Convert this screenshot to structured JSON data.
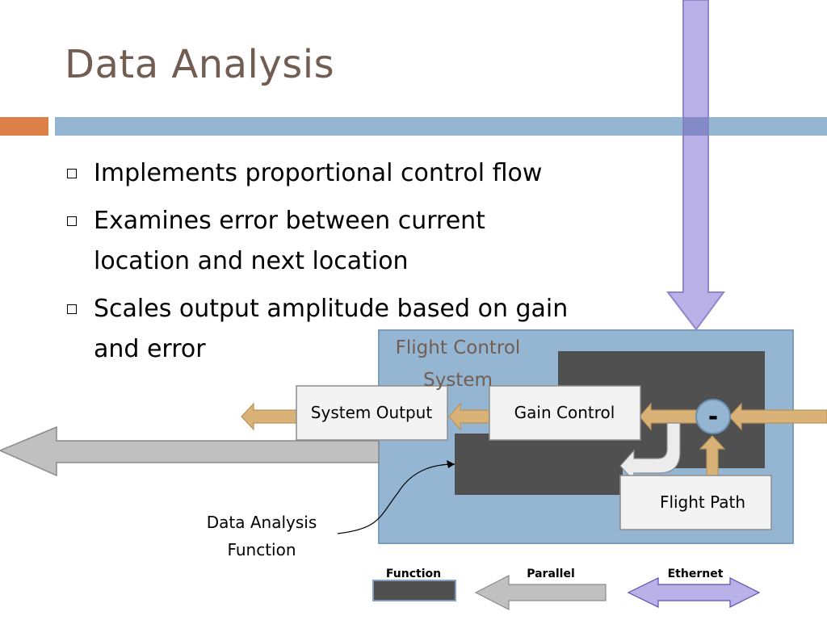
{
  "slide": {
    "title": "Data Analysis",
    "bullets": [
      "Implements proportional control flow",
      "Examines error between current location and next location",
      "Scales output amplitude based on gain and error"
    ]
  },
  "diagram": {
    "system_title_line1": "Flight Control",
    "system_title_line2": "System",
    "system_output_label": "System Output",
    "gain_control_label": "Gain Control",
    "flight_path_label": "Flight Path",
    "subtract_symbol": "-",
    "callout_line1": "Data Analysis",
    "callout_line2": "Function"
  },
  "legend": {
    "function_label": "Function",
    "parallel_label": "Parallel",
    "ethernet_label": "Ethernet"
  },
  "colors": {
    "title": "#725d52",
    "accent_orange": "#dd8047",
    "accent_blue": "#94b6d2",
    "system_box": "#94b6d2",
    "dark_block": "#505050",
    "tan_arrow": "#d9b277",
    "gray_arrow": "#c0c0c0",
    "ethernet_arrow": "#b9b1e8"
  }
}
